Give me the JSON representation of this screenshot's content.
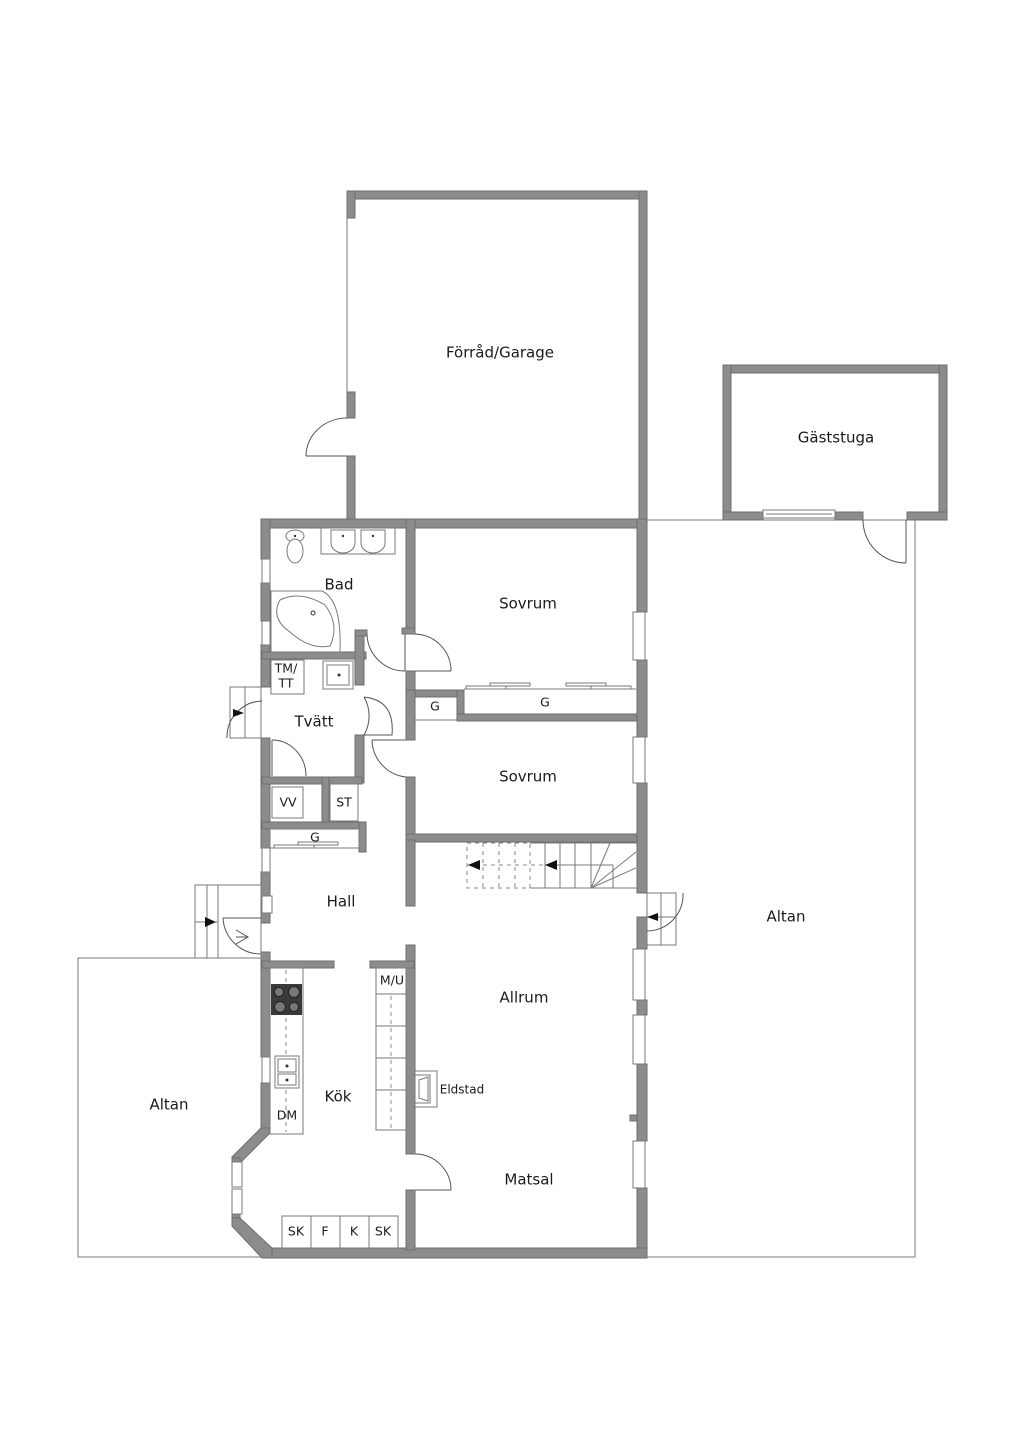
{
  "plan": {
    "colors": {
      "wall": "#8c8c8c",
      "line": "#7a7a7a",
      "background": "#ffffff",
      "stove": "#3a3a3a"
    },
    "rooms": {
      "forrad_garage": "Förråd/Garage",
      "gaststuga": "Gäststuga",
      "bad": "Bad",
      "sovrum_1": "Sovrum",
      "sovrum_2": "Sovrum",
      "tvatt": "Tvätt",
      "hall": "Hall",
      "kok": "Kök",
      "allrum": "Allrum",
      "matsal": "Matsal",
      "altan_left": "Altan",
      "altan_right": "Altan"
    },
    "fixtures": {
      "tm_tt_line1": "TM/",
      "tm_tt_line2": "TT",
      "vv": "VV",
      "st": "ST",
      "g_tvatt": "G",
      "g_small": "G",
      "g_sovrum": "G",
      "mu": "M/U",
      "dm": "DM",
      "eldstad": "Eldstad",
      "sk_1": "SK",
      "f": "F",
      "k": "K",
      "sk_2": "SK"
    }
  }
}
